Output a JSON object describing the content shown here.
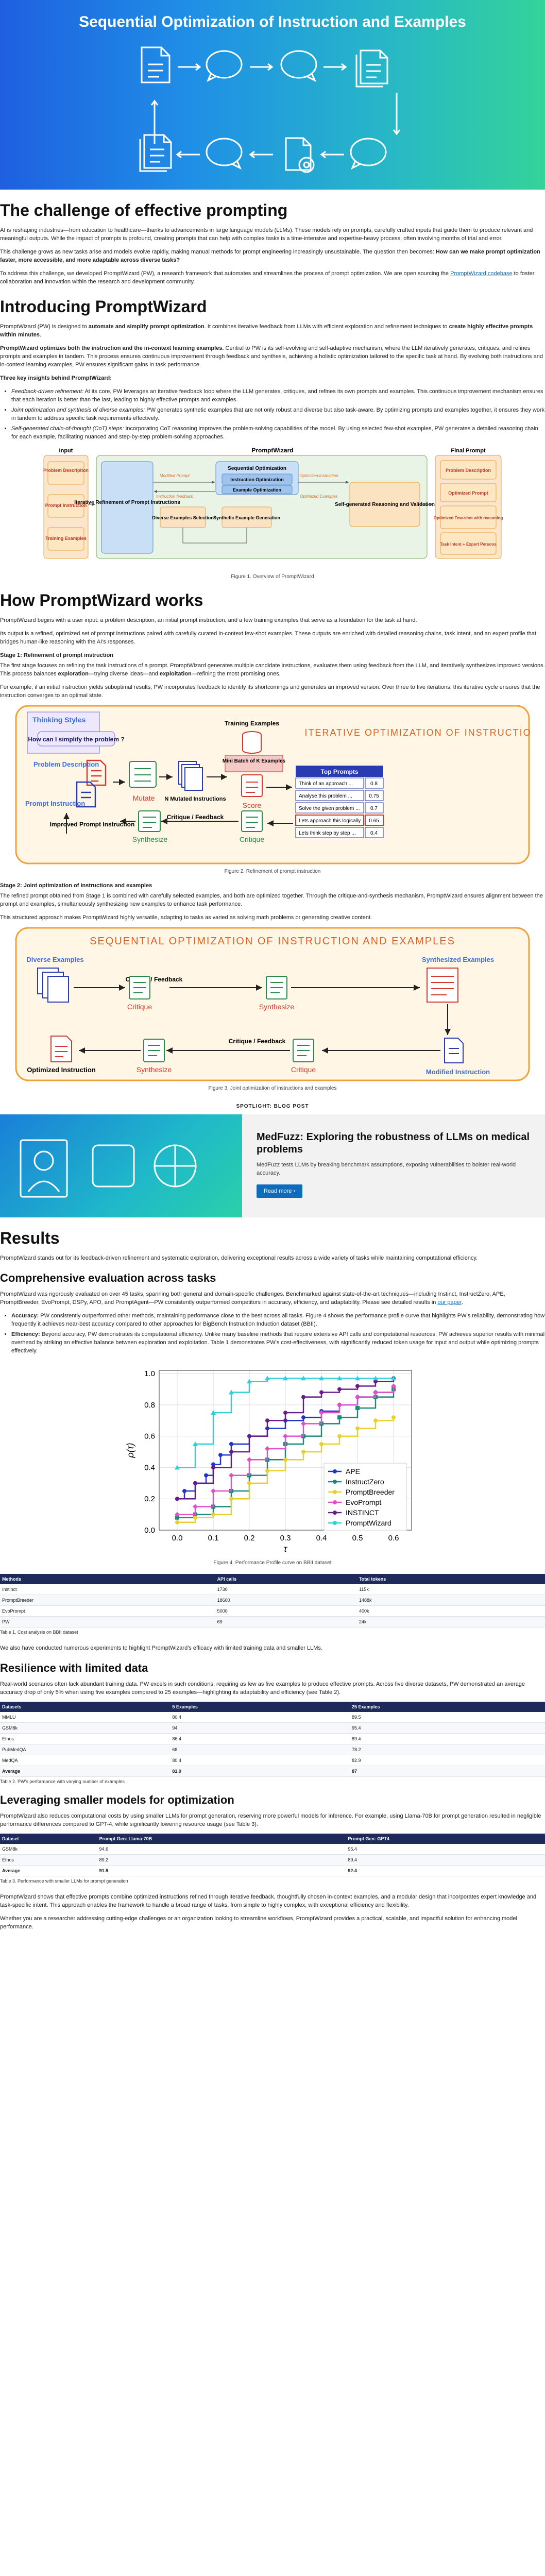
{
  "hero": {
    "title": "Sequential Optimization of Instruction and Examples"
  },
  "sections": {
    "challenge": {
      "heading": "The challenge of effective prompting",
      "p1": "AI is reshaping industries—from education to healthcare—thanks to advancements in large language models (LLMs). These models rely on prompts, carefully crafted inputs that guide them to produce relevant and meaningful outputs. While the impact of prompts is profound, creating prompts that can help with complex tasks is a time-intensive and expertise-heavy process, often involving months of trial and error.",
      "p2_a": "This challenge grows as new tasks arise and models evolve rapidly, making manual methods for prompt engineering increasingly unsustainable. The question then becomes: ",
      "p2_b": "How can we make prompt optimization faster, more accessible, and more adaptable across diverse tasks?",
      "p3_a": "To address this challenge, we developed PromptWizard (PW), a research framework that automates and streamlines the process of prompt optimization. We are open sourcing the ",
      "p3_link": "PromptWizard codebase",
      "p3_b": " to foster collaboration and innovation within the research and development community."
    },
    "intro": {
      "heading": "Introducing PromptWizard",
      "p1_a": "PromptWizard (PW) is designed to ",
      "p1_b": "automate and simplify prompt optimization",
      "p1_c": ". It combines iterative feedback from LLMs with efficient exploration and refinement techniques to ",
      "p1_d": "create highly effective prompts within minutes",
      "p1_e": ".",
      "p2_a": "PromptWizard optimizes both the instruction and the in-context learning examples.",
      "p2_b": " Central to PW is its self-evolving and self-adaptive mechanism, where the LLM iteratively generates, critiques, and refines prompts and examples in tandem. This process ensures continuous improvement through feedback and synthesis, achieving a holistic optimization tailored to the specific task at hand. By evolving both instructions and in-context learning examples, PW ensures significant gains in task performance.",
      "p3": "Three key insights behind PromptWizard:",
      "bullets": [
        {
          "lead": "Feedback-driven refinement:",
          "text": " At its core, PW leverages an iterative feedback loop where the LLM generates, critiques, and refines its own prompts and examples. This continuous improvement mechanism ensures that each iteration is better than the last, leading to highly effective prompts and examples."
        },
        {
          "lead": "Joint optimization and synthesis of diverse examples:",
          "text": " PW generates synthetic examples that are not only robust and diverse but also task-aware. By optimizing prompts and examples together, it ensures they work in tandem to address specific task requirements effectively."
        },
        {
          "lead": "Self-generated chain-of-thought (CoT) steps:",
          "text": " Incorporating CoT reasoning improves the problem-solving capabilities of the model. By using selected few-shot examples, PW generates a detailed reasoning chain for each example, facilitating nuanced and step-by-step problem-solving approaches."
        }
      ],
      "fig1_caption": "Figure 1. Overview of PromptWizard"
    },
    "how": {
      "heading": "How PromptWizard works",
      "p1": "PromptWizard begins with a user input: a problem description, an initial prompt instruction, and a few training examples that serve as a foundation for the task at hand.",
      "p2": "Its output is a refined, optimized set of prompt instructions paired with carefully curated in-context few-shot examples. These outputs are enriched with detailed reasoning chains, task intent, and an expert profile that bridges human-like reasoning with the AI's responses.",
      "stage1": "Stage 1: Refinement of prompt instruction",
      "p3_a": "The first stage focuses on refining the task instructions of a prompt. PromptWizard generates multiple candidate instructions, evaluates them using feedback from the LLM, and iteratively synthesizes improved versions. This process balances ",
      "p3_b": "exploration",
      "p3_c": "—trying diverse ideas—and ",
      "p3_d": "exploitation",
      "p3_e": "—refining the most promising ones.",
      "p4": "For example, if an initial instruction yields suboptimal results, PW incorporates feedback to identify its shortcomings and generates an improved version. Over three to five iterations, this iterative cycle ensures that the instruction converges to an optimal state.",
      "fig2_caption": "Figure 2. Refinement of prompt instruction",
      "stage2": "Stage 2: Joint optimization of instructions and examples",
      "p5": "The refined prompt obtained from Stage 1 is combined with carefully selected examples, and both are optimized together. Through the critique-and-synthesis mechanism, PromptWizard ensures alignment between the prompt and examples, simultaneously synthesizing new examples to enhance task performance.",
      "p6": "This structured approach makes PromptWizard highly versatile, adapting to tasks as varied as solving math problems or generating creative content.",
      "fig3_caption": "Figure 3. Joint optimization of instructions and examples"
    },
    "spotlight": {
      "label": "SPOTLIGHT: BLOG POST",
      "title": "MedFuzz: Exploring the robustness of LLMs on medical problems",
      "desc": "MedFuzz tests LLMs by breaking benchmark assumptions, exposing vulnerabilities to bolster real-world accuracy.",
      "button": "Read more"
    },
    "results": {
      "heading": "Results",
      "p1": "PromptWizard stands out for its feedback-driven refinement and systematic exploration, delivering exceptional results across a wide variety of tasks while maintaining computational efficiency.",
      "sub1": "Comprehensive evaluation across tasks",
      "p2": "PromptWizard was rigorously evaluated on over 45 tasks, spanning both general and domain-specific challenges. Benchmarked against state-of-the-art techniques—including Instinct, InstructZero, APE, PromptBreeder, EvoPrompt, DSPy, APO, and PromptAgent—PW consistently outperformed competitors in accuracy, efficiency, and adaptability. Please see detailed results in ",
      "p2_link": "our paper",
      "p2_end": ".",
      "bullets": [
        {
          "lead": "Accuracy:",
          "text": " PW consistently outperformed other methods, maintaining performance close to the best across all tasks. Figure 4 shows the performance profile curve that highlights PW's reliability, demonstrating how frequently it achieves near-best accuracy compared to other approaches for BigBench Instruction Induction dataset (BBII)."
        },
        {
          "lead": "Efficiency:",
          "text": " Beyond accuracy, PW demonstrates its computational efficiency. Unlike many baseline methods that require extensive API calls and computational resources, PW achieves superior results with minimal overhead by striking an effective balance between exploration and exploitation. Table 1 demonstrates PW's cost-effectiveness, with significantly reduced token usage for input and output while optimizing prompts effectively."
        }
      ],
      "fig4_caption": "Figure 4. Performance Profile curve on BBII dataset",
      "table1": {
        "headers": [
          "Methods",
          "API calls",
          "Total tokens"
        ],
        "rows": [
          [
            "Instinct",
            "1730",
            "115k"
          ],
          [
            "PromptBreeder",
            "18600",
            "1488k"
          ],
          [
            "EvoPrompt",
            "5000",
            "400k"
          ],
          [
            "PW",
            "69",
            "24k"
          ]
        ],
        "caption": "Table 1. Cost analysis on BBII dataset"
      },
      "p3": "We also have conducted numerous experiments to highlight PromptWizard's efficacy with limited training data and smaller LLMs.",
      "sub2": "Resilience with limited data",
      "p4": "Real-world scenarios often lack abundant training data. PW excels in such conditions, requiring as few as five examples to produce effective prompts. Across five diverse datasets, PW demonstrated an average accuracy drop of only 5% when using five examples compared to 25 examples—highlighting its adaptability and efficiency (see Table 2).",
      "table2": {
        "headers": [
          "Datasets",
          "5 Examples",
          "25 Examples"
        ],
        "rows": [
          [
            "MMLU",
            "80.4",
            "89.5"
          ],
          [
            "GSM8k",
            "94",
            "95.4"
          ],
          [
            "Ethos",
            "86.4",
            "89.4"
          ],
          [
            "PubMedQA",
            "68",
            "78.2"
          ],
          [
            "MedQA",
            "80.4",
            "82.9"
          ]
        ],
        "avg": [
          "Average",
          "81.9",
          "87"
        ],
        "caption": "Table 2. PW's performance with varying number of examples"
      },
      "sub3": "Leveraging smaller models for optimization",
      "p5": "PromptWizard also reduces computational costs by using smaller LLMs for prompt generation, reserving more powerful models for inference. For example, using Llama-70B for prompt generation resulted in negligible performance differences compared to GPT-4, while significantly lowering resource usage (see Table 3).",
      "table3": {
        "headers": [
          "Dataset",
          "Prompt Gen: Llama-70B",
          "Prompt Gen: GPT4"
        ],
        "rows": [
          [
            "GSM8k",
            "94.6",
            "95.4"
          ],
          [
            "Ethos",
            "89.2",
            "89.4"
          ]
        ],
        "avg": [
          "Average",
          "91.9",
          "92.4"
        ],
        "caption": "Table 3. Performance with smaller LLMs for prompt generation"
      },
      "p6": "PromptWizard shows that effective prompts combine optimized instructions refined through iterative feedback, thoughtfully chosen in-context examples, and a modular design that incorporates expert knowledge and task-specific intent. This approach enables the framework to handle a broad range of tasks, from simple to highly complex, with exceptional efficiency and flexibility.",
      "p7": "Whether you are a researcher addressing cutting-edge challenges or an organization looking to streamline workflows, PromptWizard provides a practical, scalable, and impactful solution for enhancing model performance."
    }
  },
  "fig1": {
    "title": "PromptWizard",
    "input": "Input",
    "in1": "Problem Description",
    "in2": "Prompt Instruction",
    "in3": "Training Examples",
    "iter": "Iterative Refinement of Prompt Instructions",
    "mod_prompt": "Modified Prompt",
    "instr_feedback": "Instruction feedback",
    "seq": "Sequential Optimization",
    "instr_opt": "Instruction Optimization",
    "example_opt": "Example Optimization",
    "opt_instr": "Optimized Instruction",
    "opt_ex": "Optimized Examples",
    "div": "Diverse Examples Selection",
    "synth": "Synthetic Example Generation",
    "selfgen": "Self-generated Reasoning and Validation",
    "final": "Final Prompt",
    "out1": "Problem Description",
    "out2": "Optimized Prompt",
    "out3": "Optimized Few-shot with reasoning",
    "out4": "Task Intent + Expert Persona"
  },
  "fig2": {
    "thinking": "Thinking Styles",
    "question": "How can I simplify the problem ?",
    "problem": "Problem Description",
    "prompt": "Prompt Instruction",
    "mutate": "Mutate",
    "mutated": "N Mutated Instructions",
    "training": "Training Examples",
    "minibatch": "Mini Batch of K Examples",
    "score": "Score",
    "banner": "ITERATIVE OPTIMIZATION OF INSTRUCTION",
    "top_prompts": "Top Prompts",
    "scores": [
      {
        "prompt": "Think of an approach ...",
        "score": "0.8"
      },
      {
        "prompt": "Analyse this problem ...",
        "score": "0.75"
      },
      {
        "prompt": "Solve the given problem ...",
        "score": "0.7"
      },
      {
        "prompt": "Lets approach this logically ...",
        "score": "0.65"
      },
      {
        "prompt": "Lets think step by step ...",
        "score": "0.4"
      }
    ],
    "improved": "Improved Prompt Instruction",
    "critique": "Critique / Feedback",
    "synthesize": "Synthesize",
    "critique_label": "Critique"
  },
  "fig3": {
    "banner": "SEQUENTIAL OPTIMIZATION OF INSTRUCTION AND EXAMPLES",
    "diverse": "Diverse Examples",
    "critique_feedback": "Critique / Feedback",
    "critique": "Critique",
    "synthesize": "Synthesize",
    "synth_examples": "Synthesized Examples",
    "optimized": "Optimized Instruction",
    "modified": "Modified Instruction"
  },
  "chart_data": {
    "type": "line",
    "title": "",
    "xlabel": "τ",
    "ylabel": "ρ(τ)",
    "xlim": [
      -0.05,
      0.65
    ],
    "ylim": [
      0.0,
      1.02
    ],
    "x_ticks": [
      "0.0",
      "0.1",
      "0.2",
      "0.3",
      "0.4",
      "0.5",
      "0.6"
    ],
    "y_ticks": [
      "0.0",
      "0.2",
      "0.4",
      "0.6",
      "0.8",
      "1.0"
    ],
    "legend_position": "bottom-right",
    "series": [
      {
        "name": "APE",
        "color": "#2233cc",
        "marker": "circle",
        "x": [
          0.0,
          0.02,
          0.05,
          0.08,
          0.1,
          0.12,
          0.15,
          0.2,
          0.25,
          0.3,
          0.35,
          0.4,
          0.45,
          0.5,
          0.55,
          0.6
        ],
        "y": [
          0.2,
          0.25,
          0.3,
          0.35,
          0.42,
          0.48,
          0.55,
          0.6,
          0.65,
          0.7,
          0.72,
          0.76,
          0.8,
          0.85,
          0.88,
          0.9
        ]
      },
      {
        "name": "InstructZero",
        "color": "#1a8a7a",
        "marker": "square",
        "x": [
          0.0,
          0.05,
          0.1,
          0.15,
          0.2,
          0.25,
          0.3,
          0.35,
          0.4,
          0.45,
          0.5,
          0.55,
          0.6
        ],
        "y": [
          0.08,
          0.1,
          0.15,
          0.25,
          0.35,
          0.45,
          0.55,
          0.6,
          0.68,
          0.72,
          0.78,
          0.85,
          0.9
        ]
      },
      {
        "name": "PromptBreeder",
        "color": "#e8d030",
        "marker": "circle",
        "x": [
          0.0,
          0.05,
          0.1,
          0.15,
          0.2,
          0.25,
          0.3,
          0.35,
          0.4,
          0.45,
          0.5,
          0.55,
          0.6
        ],
        "y": [
          0.05,
          0.08,
          0.1,
          0.2,
          0.3,
          0.38,
          0.45,
          0.5,
          0.55,
          0.6,
          0.65,
          0.7,
          0.72
        ]
      },
      {
        "name": "EvoPrompt",
        "color": "#e050c8",
        "marker": "diamond",
        "x": [
          0.0,
          0.05,
          0.1,
          0.15,
          0.2,
          0.25,
          0.3,
          0.35,
          0.4,
          0.45,
          0.5,
          0.55,
          0.6
        ],
        "y": [
          0.1,
          0.15,
          0.25,
          0.35,
          0.45,
          0.52,
          0.6,
          0.68,
          0.75,
          0.8,
          0.85,
          0.88,
          0.92
        ]
      },
      {
        "name": "INSTINCT",
        "color": "#6a1b8a",
        "marker": "circle",
        "x": [
          0.0,
          0.05,
          0.1,
          0.15,
          0.2,
          0.25,
          0.3,
          0.35,
          0.4,
          0.45,
          0.5,
          0.55,
          0.6
        ],
        "y": [
          0.2,
          0.3,
          0.4,
          0.5,
          0.6,
          0.7,
          0.75,
          0.85,
          0.88,
          0.9,
          0.92,
          0.95,
          0.97
        ]
      },
      {
        "name": "PromptWizard",
        "color": "#30d0d8",
        "marker": "triangle",
        "x": [
          0.0,
          0.05,
          0.1,
          0.15,
          0.2,
          0.25,
          0.3,
          0.35,
          0.4,
          0.45,
          0.5,
          0.55,
          0.6
        ],
        "y": [
          0.4,
          0.55,
          0.75,
          0.88,
          0.95,
          0.97,
          0.97,
          0.97,
          0.97,
          0.97,
          0.97,
          0.97,
          0.97
        ]
      }
    ]
  }
}
